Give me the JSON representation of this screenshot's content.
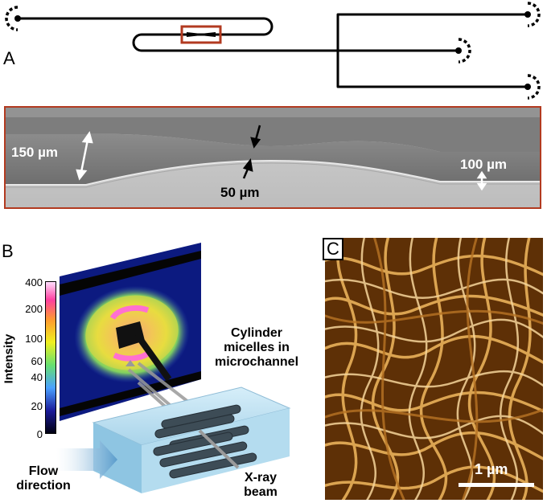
{
  "panels": {
    "a": "A",
    "b": "B",
    "c": "C"
  },
  "sem_labels": {
    "wide": "150 µm",
    "narrow": "50 µm",
    "right": "100 µm"
  },
  "colorbar": {
    "axis_label": "Intensity",
    "ticks": [
      "400",
      "200",
      "100",
      "60",
      "40",
      "20",
      "0"
    ]
  },
  "schematic_labels": {
    "micelles_line1": "Cylinder",
    "micelles_line2": "micelles in",
    "micelles_line3": "microchannel",
    "flow_line1": "Flow",
    "flow_line2": "direction",
    "xray_line1": "X-ray",
    "xray_line2": "beam"
  },
  "scale_bar": "1 µm",
  "colors": {
    "frame_red": "#b23a20",
    "channel_blue": "#a9d4ea",
    "afm_gold": "#e9b15a"
  }
}
